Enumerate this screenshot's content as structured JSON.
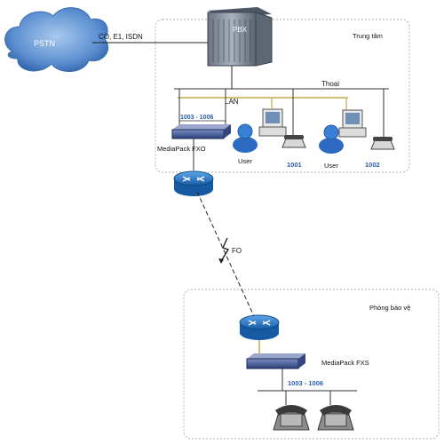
{
  "pstn": {
    "label": "PSTN"
  },
  "trunk": {
    "label": "CO, E1, ISDN"
  },
  "pbx": {
    "label": "PBX"
  },
  "headquarters": {
    "label": "Trung tâm",
    "lan_label": "LAN",
    "phone_line_label": "Thoại",
    "fxo_range": "1003 - 1006",
    "fxo_label": "MediaPack FXO",
    "users": [
      {
        "label": "User",
        "extension": "1001"
      },
      {
        "label": "User",
        "extension": "1002"
      }
    ]
  },
  "link": {
    "label": "FO"
  },
  "guard_room": {
    "label": "Phòng bảo vệ",
    "fxs_label": "MediaPack FXS",
    "fxs_range": "1003 - 1006"
  },
  "colors": {
    "cloud": "#4f86c6",
    "router": "#1f6fc0",
    "lan_line": "#d4bf7a",
    "range_text": "#2a5db0"
  }
}
